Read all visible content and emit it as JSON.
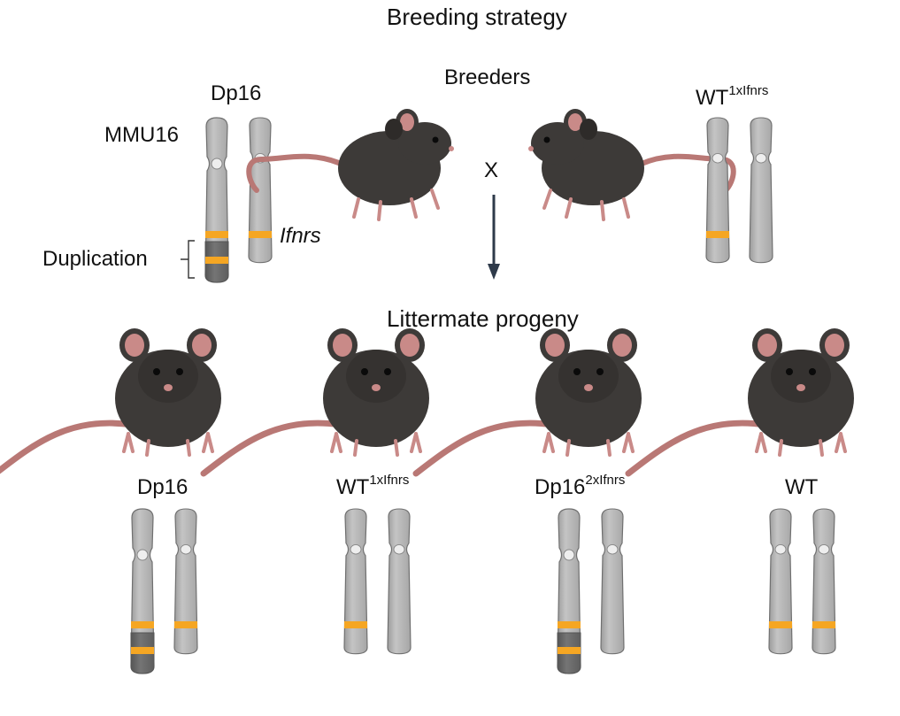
{
  "title": "Breeding strategy",
  "breeders": {
    "label": "Breeders",
    "cross_symbol": "X",
    "left": {
      "name": "Dp16",
      "chromosome_label": "MMU16",
      "duplication_label": "Duplication",
      "gene_label": "Ifnrs"
    },
    "right": {
      "name": "WT",
      "superscript": "1xIfnrs"
    }
  },
  "progeny": {
    "label": "Littermate progeny",
    "items": [
      {
        "name": "Dp16",
        "superscript": ""
      },
      {
        "name": "WT",
        "superscript": "1xIfnrs"
      },
      {
        "name": "Dp16",
        "superscript": "2xIfnrs"
      },
      {
        "name": "WT",
        "superscript": ""
      }
    ]
  },
  "colors": {
    "chromosome": "#b8b8b8",
    "chromosome_dark": "#6e6e6e",
    "ifnrs_band": "#f5a623",
    "mouse_body": "#3d3a38",
    "mouse_pink": "#c98a88",
    "arrow": "#2e3a4a"
  }
}
